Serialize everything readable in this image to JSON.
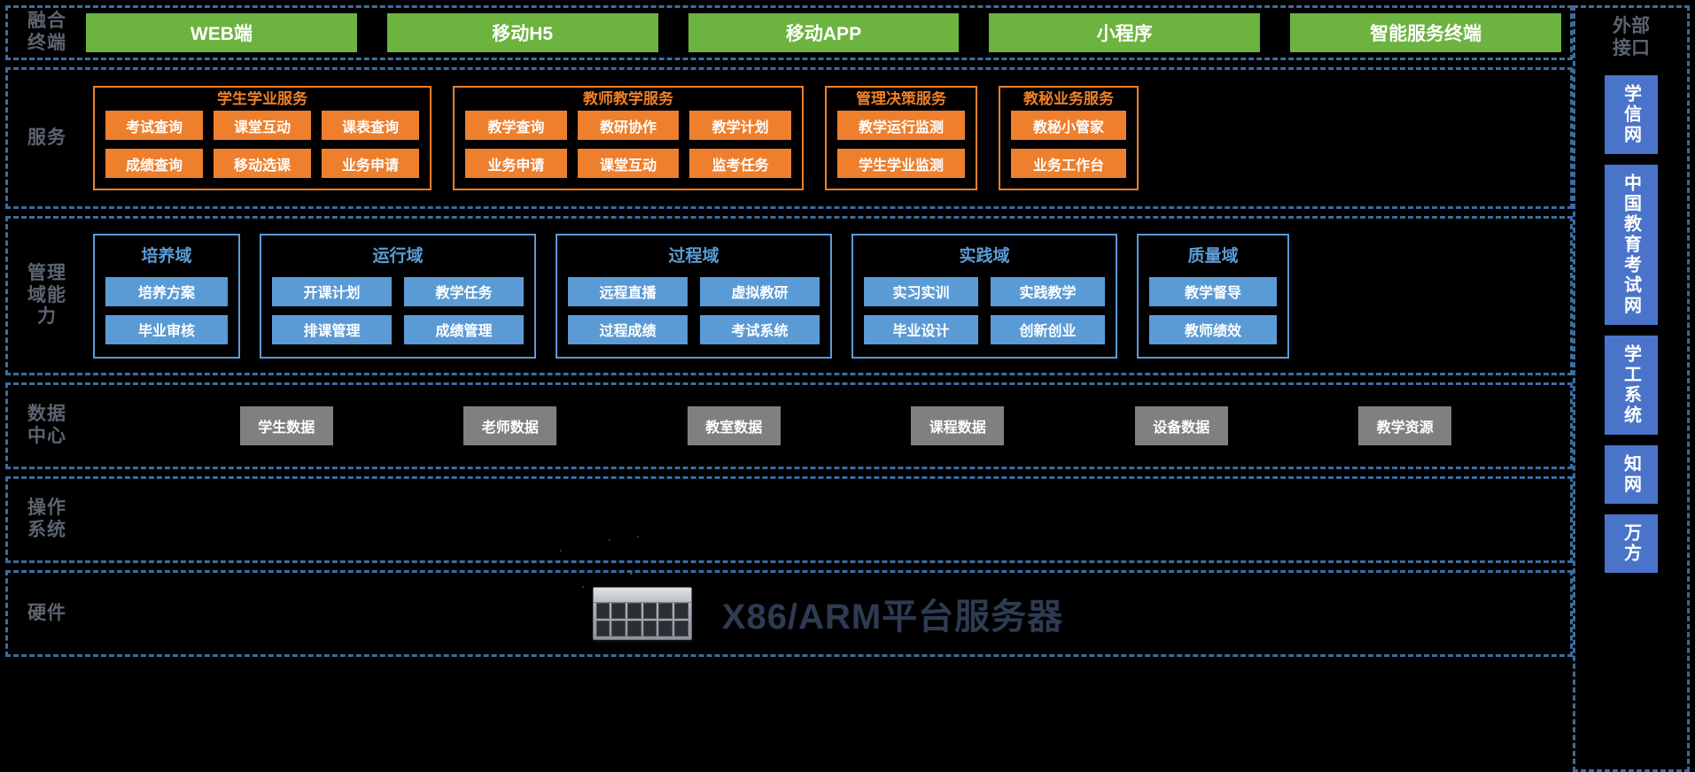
{
  "bands": {
    "terminals": {
      "label": "融合\n终端",
      "items": [
        {
          "label": "WEB端"
        },
        {
          "label": "移动H5"
        },
        {
          "label": "移动APP"
        },
        {
          "label": "小程序"
        },
        {
          "label": "智能服务终端"
        }
      ]
    },
    "services": {
      "label": "服务",
      "groups": [
        {
          "title": "学生学业服务",
          "rows": [
            [
              "考试查询",
              "课堂互动",
              "课表查询"
            ],
            [
              "成绩查询",
              "移动选课",
              "业务申请"
            ]
          ]
        },
        {
          "title": "教师教学服务",
          "rows": [
            [
              "教学查询",
              "教研协作",
              "教学计划"
            ],
            [
              "业务申请",
              "课堂互动",
              "监考任务"
            ]
          ]
        },
        {
          "title": "管理决策服务",
          "rows": [
            [
              "教学运行监测"
            ],
            [
              "学生学业监测"
            ]
          ]
        },
        {
          "title": "教秘业务服务",
          "rows": [
            [
              "教秘小管家"
            ],
            [
              "业务工作台"
            ]
          ]
        }
      ]
    },
    "domain": {
      "label": "管理\n域能\n力",
      "groups": [
        {
          "title": "培养域",
          "rows": [
            [
              "培养方案"
            ],
            [
              "毕业审核"
            ]
          ]
        },
        {
          "title": "运行域",
          "rows": [
            [
              "开课计划",
              "教学任务"
            ],
            [
              "排课管理",
              "成绩管理"
            ]
          ]
        },
        {
          "title": "过程域",
          "rows": [
            [
              "远程直播",
              "虚拟教研"
            ],
            [
              "过程成绩",
              "考试系统"
            ]
          ]
        },
        {
          "title": "实践域",
          "rows": [
            [
              "实习实训",
              "实践教学"
            ],
            [
              "毕业设计",
              "创新创业"
            ]
          ]
        },
        {
          "title": "质量域",
          "rows": [
            [
              "教学督导"
            ],
            [
              "教师绩效"
            ]
          ]
        }
      ]
    },
    "data_center": {
      "label": "数据\n中心",
      "items": [
        "学生数据",
        "老师数据",
        "教室数据",
        "课程数据",
        "设备数据",
        "教学资源"
      ]
    },
    "os": {
      "label": "操作\n系统",
      "items": []
    },
    "hardware": {
      "label": "硬件",
      "title": "X86/ARM平台服务器",
      "icon": "server-icon"
    }
  },
  "external": {
    "title": "外部\n接口",
    "items": [
      "学信网",
      "中国教育考试网",
      "学工系统",
      "知网",
      "万方"
    ]
  },
  "colors": {
    "background": "#000000",
    "band_border": "#3d6b9e",
    "terminal_green": "#6cb33f",
    "service_orange": "#ee7f2d",
    "domain_blue": "#5b9bd5",
    "data_gray": "#808080",
    "external_blue": "#4a74c9",
    "label_gray": "#5b6470",
    "hardware_title": "#2f3b52"
  }
}
